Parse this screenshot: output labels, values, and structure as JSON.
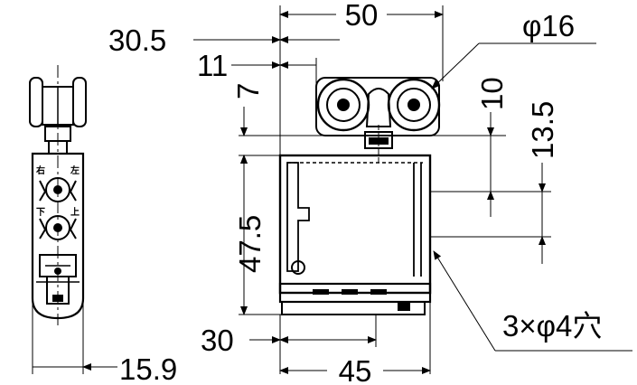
{
  "dimensions": {
    "overall_width": "50",
    "offset_left": "30.5",
    "roller_offset": "11",
    "roller_diameter": "φ16",
    "top_height": "7",
    "roller_to_hole": "10",
    "roller_to_hole2": "13.5",
    "body_height": "47.5",
    "base_offset": "30",
    "base_width": "45",
    "side_width": "15.9",
    "holes": "3×φ4穴"
  },
  "side_markings": [
    "右",
    "左",
    "下",
    "上"
  ]
}
